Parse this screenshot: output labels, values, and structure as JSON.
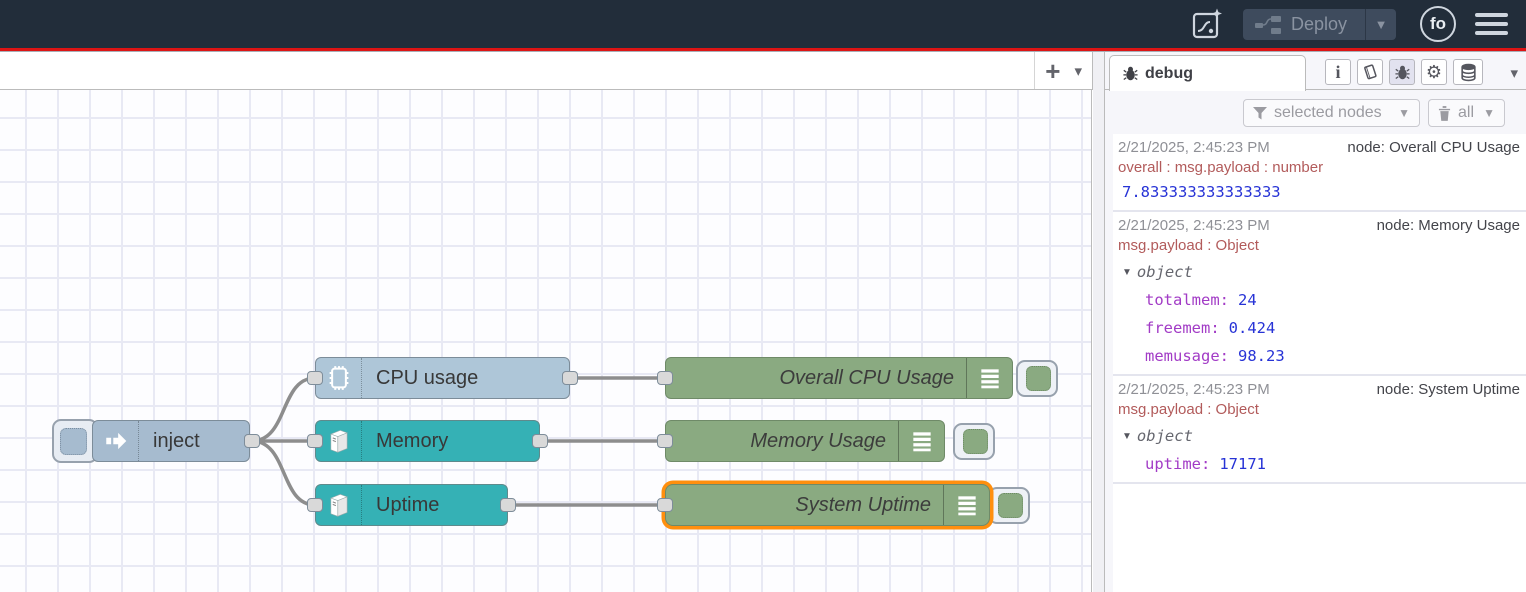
{
  "header": {
    "deploy_label": "Deploy",
    "avatar_label": "fo"
  },
  "sidebar": {
    "tab_label": "debug",
    "filter_button_label": "selected nodes",
    "clear_button_label": "all",
    "messages": [
      {
        "timestamp": "2/21/2025, 2:45:23 PM",
        "node": "node: Overall CPU Usage",
        "meta": "overall : msg.payload : number",
        "value": "7.833333333333333"
      },
      {
        "timestamp": "2/21/2025, 2:45:23 PM",
        "node": "node: Memory Usage",
        "meta": "msg.payload : Object",
        "object_label": "object",
        "entries": [
          {
            "key": "totalmem:",
            "value": "24"
          },
          {
            "key": "freemem:",
            "value": "0.424"
          },
          {
            "key": "memusage:",
            "value": "98.23"
          }
        ]
      },
      {
        "timestamp": "2/21/2025, 2:45:23 PM",
        "node": "node: System Uptime",
        "meta": "msg.payload : Object",
        "object_label": "object",
        "entries": [
          {
            "key": "uptime:",
            "value": "17171"
          }
        ]
      }
    ]
  },
  "flow": {
    "inject": {
      "label": "inject"
    },
    "cpu": {
      "label": "CPU usage"
    },
    "memory": {
      "label": "Memory"
    },
    "uptime": {
      "label": "Uptime"
    },
    "debug_cpu": {
      "label": "Overall CPU Usage"
    },
    "debug_memory": {
      "label": "Memory Usage"
    },
    "debug_uptime": {
      "label": "System Uptime"
    }
  },
  "colors": {
    "header_bg": "#222d3a",
    "alert_line": "#dd1414",
    "inject_node": "#a6bbcf",
    "cpu_node": "#aec6d8",
    "system_node": "#35b1b5",
    "debug_node": "#8aaa81",
    "selection_border": "#ff8f0e",
    "wire": "#8d8d8d",
    "debug_meta_text": "#b25b5b",
    "debug_key_text": "#a23bc6",
    "debug_value_text": "#2733d6",
    "timestamp_text": "#8f9096"
  }
}
